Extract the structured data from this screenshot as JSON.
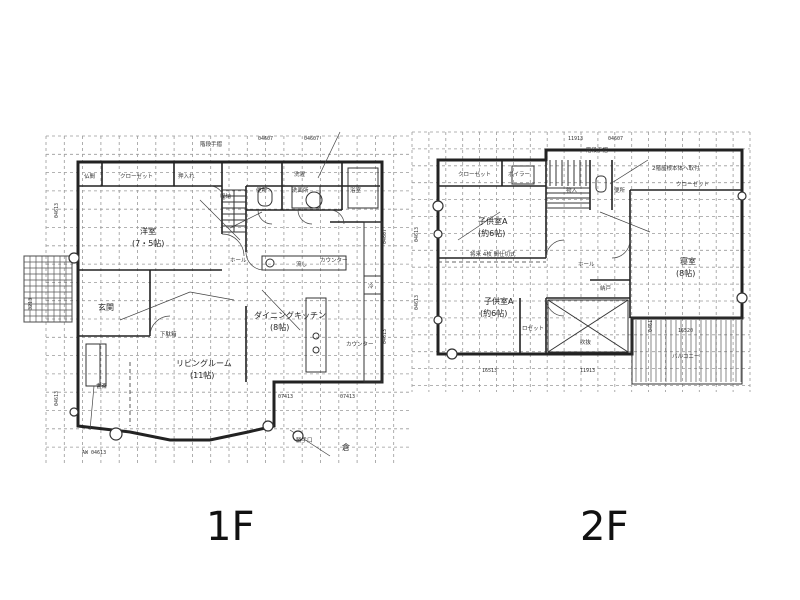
{
  "floors": {
    "first": {
      "label": "1F",
      "rooms": {
        "western_room": "洋室",
        "western_room_size": "(7・5帖)",
        "entrance": "玄関",
        "living": "リビングルーム",
        "living_size": "(11帖)",
        "dining_kitchen": "ダイニングキッチン",
        "dining_kitchen_size": "(8帖)",
        "toilet": "便所",
        "washroom": "洗面所",
        "bath": "浴室",
        "washing": "洗濯",
        "altar": "仏間",
        "closet": "クローゼット",
        "oshiire": "押入れ",
        "storage": "収納",
        "hall": "ホール",
        "counter_top": "カウンター",
        "counter_bottom": "カウンター",
        "fridge": "冷",
        "study": "書斎",
        "shoe_box": "下駄箱",
        "sink": "流し",
        "stairs_rail": "階段手摺",
        "entry_step": "上框ロ",
        "exit_step": "勝手口",
        "mark": "倉"
      },
      "codes": {
        "c_04607_a": "04607",
        "c_04607_b": "04607",
        "c_04607_c": "04607",
        "c_04613_left": "04613",
        "c_04607_right": "04607",
        "c_04613_mid": "04613",
        "c_04613_right": "04613",
        "c_07413_a": "07413",
        "c_07413_b": "07413",
        "c_04613_low": "04613",
        "c_aw": "AW 04613",
        "c_3213": "3213"
      }
    },
    "second": {
      "label": "2F",
      "rooms": {
        "child_a": "子供室A",
        "child_a_size": "(約6帖)",
        "child_b": "子供室A",
        "child_b_size": "(約6帖)",
        "master": "寝室",
        "master_size": "(8帖)",
        "toilet": "便所",
        "storage": "物入",
        "closet_left": "クローゼット",
        "closet_mid": "ボイラー",
        "closet_right": "クローゼット",
        "hall": "ホール",
        "linen": "納戸",
        "void": "吹抜",
        "balcony": "バルコニー",
        "closet_small": "ロゼット",
        "stairs_rail": "階段手摺",
        "partition_note": "将来 4枚 間仕切式",
        "roof_note": "2階屋根本体へ取付"
      },
      "codes": {
        "c_11913_top": "11913",
        "c_04607_top": "04607",
        "c_04613_left": "04613",
        "c_04613_left2": "04613",
        "c_16513": "16513",
        "c_11913_bottom": "11913",
        "c_16520": "16520",
        "c_04613_bal": "04613"
      }
    }
  }
}
